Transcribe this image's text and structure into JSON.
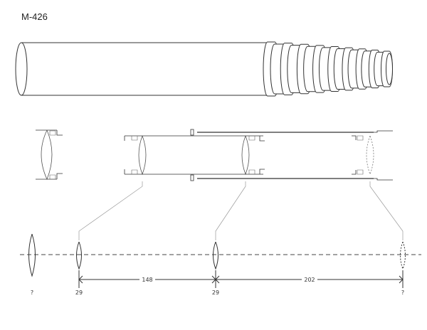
{
  "title": "M-426",
  "diagram": {
    "lenses": [
      {
        "label": "?",
        "style": "solid"
      },
      {
        "label": "29",
        "style": "solid"
      },
      {
        "label": "29",
        "style": "solid"
      },
      {
        "label": "?",
        "style": "dashed"
      }
    ],
    "dimensions": [
      {
        "label": "148"
      },
      {
        "label": "202"
      }
    ],
    "colors": {
      "line": "#333333",
      "leader": "#999999"
    }
  }
}
